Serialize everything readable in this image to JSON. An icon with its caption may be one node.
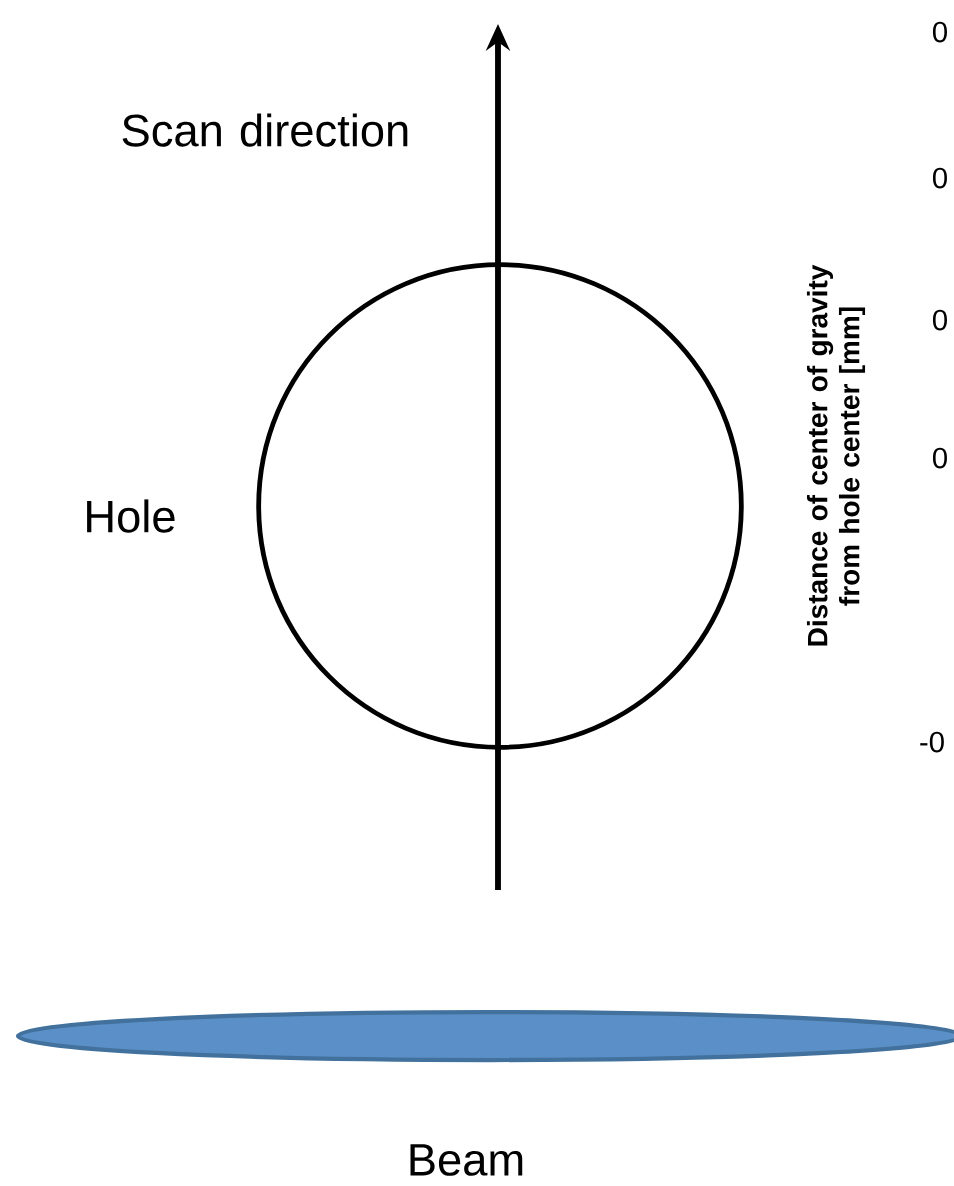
{
  "diagram": {
    "nodes": [
      {
        "text": [],
        "shape": "circle",
        "beside": [
          "Hole"
        ]
      },
      {
        "text": [],
        "shape": "ellipse",
        "beside": [
          "Beam"
        ]
      }
    ],
    "labels": [
      "Scan direction",
      "Distance of center of gravity from hole center [mm]",
      "0",
      "0",
      "0",
      "0",
      "-0"
    ]
  }
}
